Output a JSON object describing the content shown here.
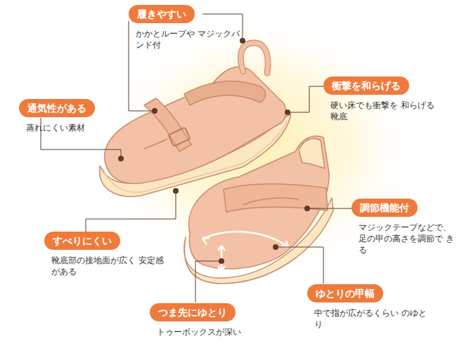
{
  "diagram": {
    "nodes": [
      {
        "text": [
          "履きやすい",
          "かかとループや マジックバンド付"
        ]
      },
      {
        "text": [
          "通気性がある",
          "蒸れにくい素材"
        ]
      },
      {
        "text": [
          "衝撃を和らげる",
          "硬い床でも衝撃を 和らげる靴底"
        ]
      },
      {
        "text": [
          "調節機能付",
          "マジックテープなどで、 足の甲の高さを調節で きる"
        ]
      },
      {
        "text": [
          "すべりにくい",
          "靴底部の接地面が広く 安定感がある"
        ]
      },
      {
        "text": [
          "ゆとりの甲幅",
          "中で指が広がるくらい のゆとり"
        ]
      },
      {
        "text": [
          "つま先にゆとり",
          "トゥーボックスが深い"
        ]
      }
    ]
  }
}
